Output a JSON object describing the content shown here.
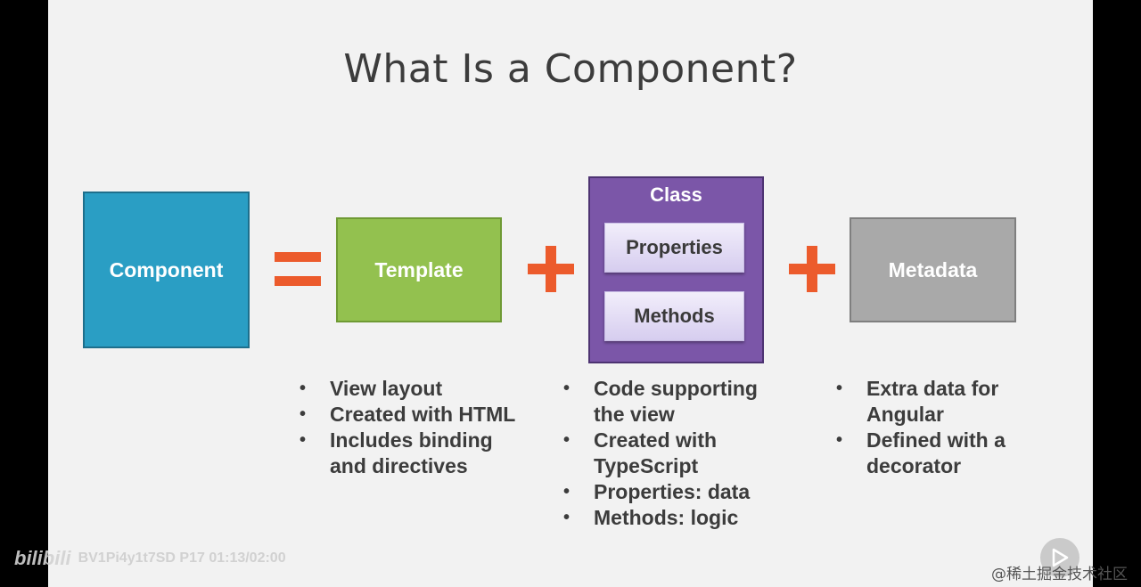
{
  "slide": {
    "title": "What Is a Component?",
    "component_label": "Component",
    "template_label": "Template",
    "class_label": "Class",
    "properties_label": "Properties",
    "methods_label": "Methods",
    "metadata_label": "Metadata"
  },
  "template_bullets": [
    "View layout",
    "Created with HTML",
    "Includes binding and directives"
  ],
  "class_bullets": [
    "Code supporting the view",
    "Created with TypeScript",
    "Properties: data",
    "Methods: logic"
  ],
  "metadata_bullets": [
    "Extra data for Angular",
    "Defined with a decorator"
  ],
  "video": {
    "logo": "bilibili",
    "info": "BV1Pi4y1t7SD P17 01:13/02:00"
  },
  "corner_text": "@稀土掘金技术社区",
  "colors": {
    "component": "#2a9ec4",
    "template": "#93c14f",
    "class": "#7b56a8",
    "metadata": "#a9a9a9",
    "operator": "#ec5b2c"
  },
  "icons": [
    "play-icon"
  ]
}
